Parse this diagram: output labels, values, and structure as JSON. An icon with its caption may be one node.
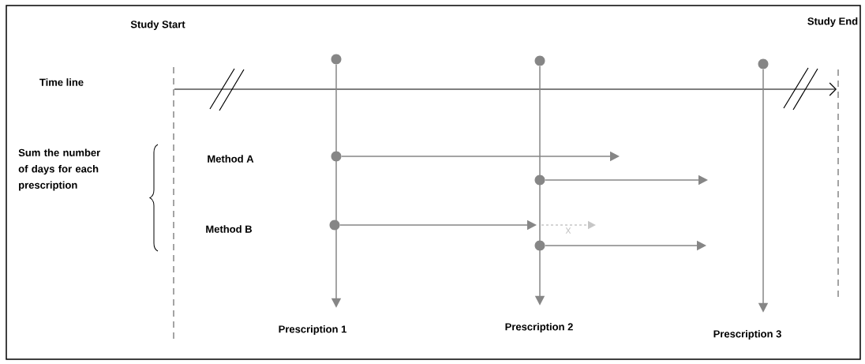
{
  "diagram": {
    "nodes": [
      {
        "text": [
          "Prescription 1"
        ]
      },
      {
        "text": [
          "Prescription 2"
        ]
      },
      {
        "text": [
          "Prescription 3"
        ]
      },
      {
        "text": [],
        "shape": "circle"
      },
      {
        "text": [],
        "shape": "circle"
      },
      {
        "text": [],
        "shape": "circle"
      },
      {
        "text": [],
        "shape": "circle"
      },
      {
        "text": [],
        "shape": "circle"
      },
      {
        "text": [],
        "shape": "circle"
      },
      {
        "text": [],
        "shape": "circle"
      }
    ],
    "edges": [
      {
        "from": 3,
        "to": 0,
        "arrow": "to"
      },
      {
        "from": 4,
        "to": 1,
        "arrow": "to"
      },
      {
        "from": 5,
        "to": 2,
        "arrow": "to"
      },
      {
        "from": 6,
        "to": null,
        "arrow": "to"
      },
      {
        "from": 7,
        "to": null,
        "arrow": "to"
      },
      {
        "from": 8,
        "to": null,
        "arrow": "to"
      },
      {
        "from": 9,
        "to": null,
        "arrow": "to"
      }
    ],
    "labels": [
      "Study Start",
      "Study End",
      "Time line",
      "Sum the number of days for each prescription",
      "Method A",
      "Method B",
      "x"
    ]
  }
}
